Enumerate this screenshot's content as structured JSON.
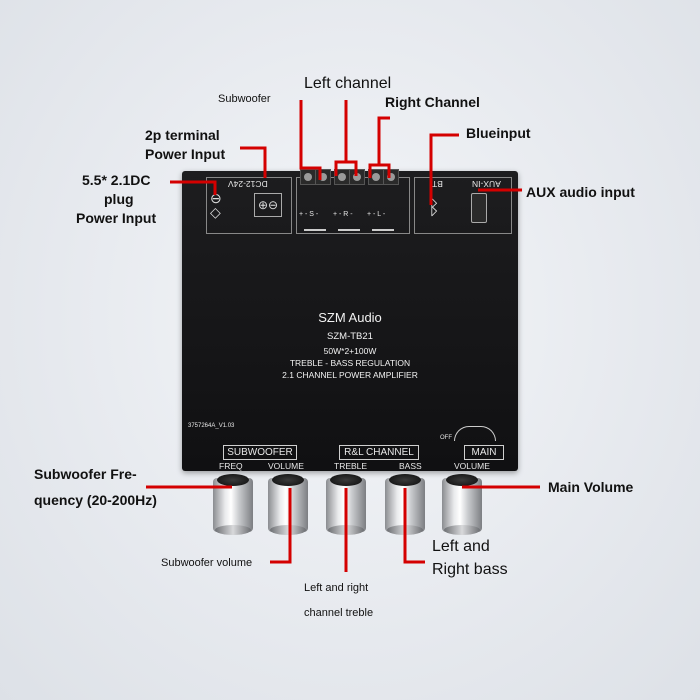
{
  "labels": {
    "subwoofer_top": "Subwoofer",
    "left_channel": "Left channel",
    "right_channel": "Right Channel",
    "two_p_terminal_l1": "2p terminal",
    "two_p_terminal_l2": "Power Input",
    "dc_plug_l1": "5.5* 2.1DC",
    "dc_plug_l2": "plug",
    "dc_plug_l3": "Power Input",
    "blueinput": "Blueinput",
    "aux_input": "AUX audio input",
    "sub_freq_l1": "Subwoofer Fre-",
    "sub_freq_l2": "quency (20-200Hz)",
    "main_volume": "Main Volume",
    "sub_volume": "Subwoofer volume",
    "lr_treble_l1": "Left and right",
    "lr_treble_l2": "channel treble",
    "lr_bass_l1": "Left and",
    "lr_bass_l2": "Right bass"
  },
  "board": {
    "brand": "SZM Audio",
    "model": "SZM-TB21",
    "power": "50W*2+100W",
    "line1": "TREBLE - BASS REGULATION",
    "line2": "2.1 CHANNEL POWER AMPLIFIER",
    "serial": "3757264A_V1.03",
    "dc_label": "DC12-24V",
    "bt_label": "BT",
    "aux_label": "AUX-IN",
    "off_label": "OFF",
    "subwoofer_box": "SUBWOOFER",
    "rl_channel_box": "R&L CHANNEL",
    "main_box": "MAIN",
    "freq": "FREQ",
    "volume1": "VOLUME",
    "treble": "TREBLE",
    "bass": "BASS",
    "volume2": "VOLUME",
    "term_s": "+ - S -",
    "term_r": "+ - R -",
    "term_l": "+ - L -"
  },
  "colors": {
    "pointer_line": "#d40000",
    "board": "#141416"
  }
}
